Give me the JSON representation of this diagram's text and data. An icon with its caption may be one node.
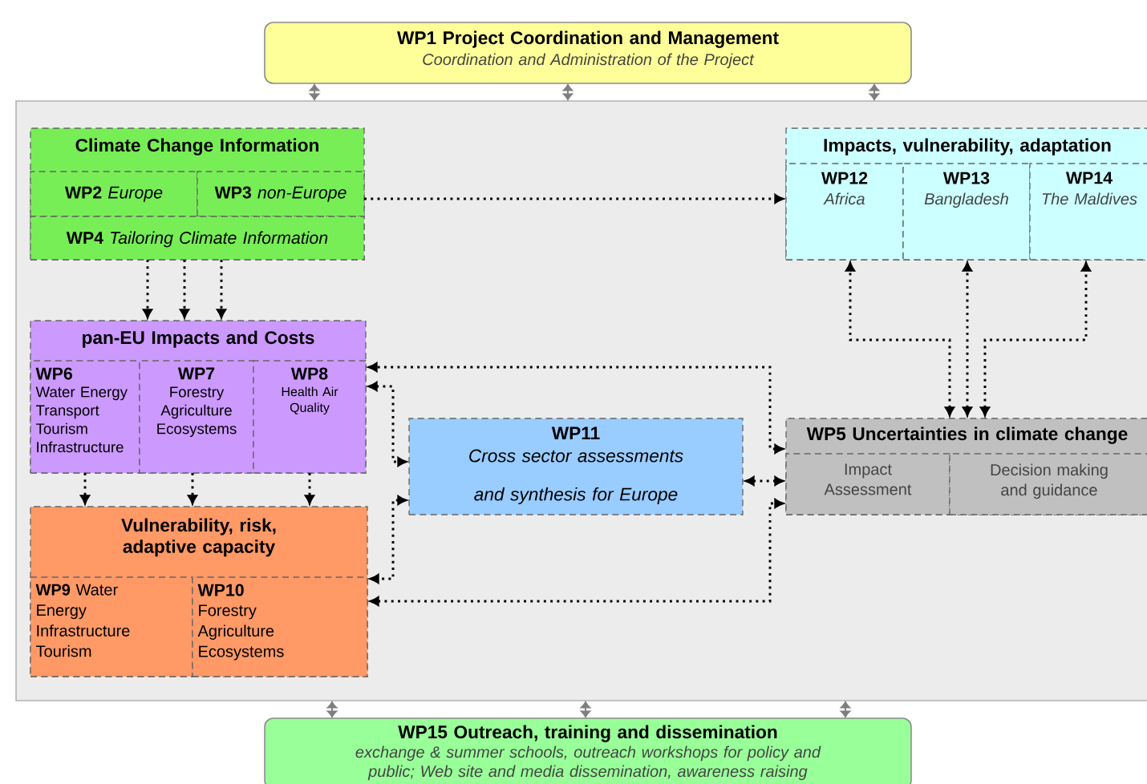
{
  "diagram": {
    "nodes": [
      {
        "text": [
          "WP1 Project Coordination and Management",
          "Coordination and Administration of the Project"
        ]
      },
      {
        "text": [],
        "shape": "box"
      },
      {
        "text": [
          "Climate Change Information"
        ],
        "in": 1
      },
      {
        "text": [
          "**WP2** *Europe*"
        ],
        "in": 2
      },
      {
        "text": [
          "**WP3** *non-Europe*"
        ],
        "in": 2
      },
      {
        "text": [
          "**WP4** *Tailoring Climate Information*"
        ],
        "in": 2
      },
      {
        "text": [
          "pan-EU Impacts and Costs"
        ],
        "in": 1
      },
      {
        "text": [
          "WP6",
          "Water Energy Transport Tourism Infrastructure"
        ],
        "in": 6
      },
      {
        "text": [
          "WP7",
          "Forestry Agriculture Ecosystems"
        ],
        "in": 6
      },
      {
        "text": [
          "WP8",
          "Health Air Quality"
        ],
        "in": 6
      },
      {
        "text": [
          "Vulnerability, risk, adaptive capacity"
        ],
        "in": 1
      },
      {
        "text": [
          "**WP9** Water Energy Infrastructure Tourism"
        ],
        "in": 10
      },
      {
        "text": [
          "WP10",
          "Forestry Agriculture Ecosystems"
        ],
        "in": 10
      },
      {
        "text": [
          "WP11",
          "Cross sector assessments and synthesis for Europe"
        ],
        "in": 1
      },
      {
        "text": [
          "Impacts, vulnerability, adaptation"
        ],
        "in": 1
      },
      {
        "text": [
          "WP12",
          "Africa"
        ],
        "in": 14
      },
      {
        "text": [
          "WP13",
          "Bangladesh"
        ],
        "in": 14
      },
      {
        "text": [
          "WP14",
          "The Maldives"
        ],
        "in": 14
      },
      {
        "text": [
          "WP5 Uncertainties in climate change"
        ],
        "in": 1
      },
      {
        "text": [
          "Impact Assessment"
        ],
        "in": 18
      },
      {
        "text": [
          "Decision making and guidance"
        ],
        "in": 18
      },
      {
        "text": [
          "WP15 Outreach, training and dissemination",
          "exchange & summer schools, outreach workshops for policy and public; Web site and media dissemination, awareness raising"
        ]
      }
    ],
    "edges": [
      {
        "from": 0,
        "to": 1,
        "arrow": "both",
        "color": "#7f7f7f"
      },
      {
        "from": 0,
        "to": 1,
        "arrow": "both",
        "color": "#7f7f7f"
      },
      {
        "from": 0,
        "to": 1,
        "arrow": "both",
        "color": "#7f7f7f"
      },
      {
        "from": 5,
        "to": 6,
        "arrow": "to",
        "style": "dashed"
      },
      {
        "from": 5,
        "to": 6,
        "arrow": "to",
        "style": "dashed"
      },
      {
        "from": 5,
        "to": 6,
        "arrow": "to",
        "style": "dashed"
      },
      {
        "from": 4,
        "to": 14,
        "arrow": "to",
        "style": "dashed"
      },
      {
        "from": 7,
        "to": 10,
        "arrow": "to",
        "style": "dashed"
      },
      {
        "from": 8,
        "to": 10,
        "arrow": "to",
        "style": "dashed"
      },
      {
        "from": 9,
        "to": 10,
        "arrow": "to",
        "style": "dashed"
      },
      {
        "from": 18,
        "to": 15,
        "arrow": "both",
        "style": "dashed"
      },
      {
        "from": 18,
        "to": 16,
        "arrow": "both",
        "style": "dashed"
      },
      {
        "from": 18,
        "to": 17,
        "arrow": "both",
        "style": "dashed"
      },
      {
        "from": 18,
        "to": 6,
        "arrow": "both",
        "style": "dashed"
      },
      {
        "from": 9,
        "to": 13,
        "arrow": "both",
        "style": "dashed"
      },
      {
        "from": 13,
        "to": 10,
        "arrow": "both",
        "style": "dashed"
      },
      {
        "from": 13,
        "to": 18,
        "arrow": "both",
        "style": "dashed"
      },
      {
        "from": 10,
        "to": 18,
        "arrow": "both",
        "style": "dashed"
      },
      {
        "from": 1,
        "to": 21,
        "arrow": "both",
        "color": "#7f7f7f"
      },
      {
        "from": 1,
        "to": 21,
        "arrow": "both",
        "color": "#7f7f7f"
      },
      {
        "from": 1,
        "to": 21,
        "arrow": "both",
        "color": "#7f7f7f"
      }
    ]
  }
}
